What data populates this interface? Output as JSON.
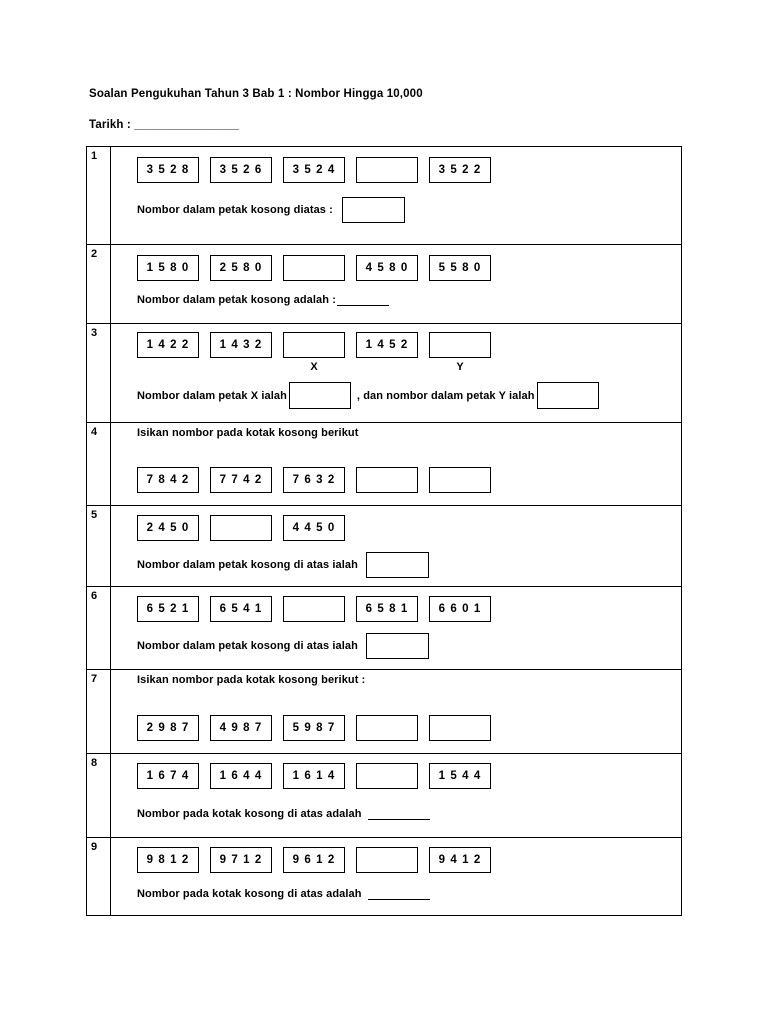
{
  "header": {
    "title": "Soalan Pengukuhan Tahun 3 Bab 1 : Nombor Hingga 10,000",
    "date_label": "Tarikh : ________________"
  },
  "questions": [
    {
      "number": "1",
      "boxes": [
        "3 5 2 8",
        "3 5 2 6",
        "3 5 2 4",
        "",
        "3 5 2 2"
      ],
      "answer_prompt": "Nombor dalam petak kosong diatas :",
      "answer_type": "box"
    },
    {
      "number": "2",
      "boxes": [
        "1 5 8 0",
        "2 5 8 0",
        "",
        "4 5 8 0",
        "5 5 8 0"
      ],
      "answer_prompt": "Nombor dalam petak kosong adalah :",
      "answer_type": "underline"
    },
    {
      "number": "3",
      "boxes": [
        "1 4 2 2",
        "1 4 3 2",
        "",
        "1 4 5 2",
        ""
      ],
      "marker_x": "X",
      "marker_y": "Y",
      "answer_prompt_x": "Nombor dalam petak X ialah",
      "answer_prompt_y": ", dan nombor dalam petak Y ialah",
      "answer_type": "two-box"
    },
    {
      "number": "4",
      "instruction": "Isikan nombor pada kotak kosong berikut",
      "boxes": [
        "7 8 4 2",
        "7 7 4 2",
        "7 6 3 2",
        "",
        ""
      ],
      "answer_type": "none"
    },
    {
      "number": "5",
      "boxes": [
        "2 4 5 0",
        "",
        "4 4 5 0"
      ],
      "answer_prompt": "Nombor dalam petak kosong di atas ialah",
      "answer_type": "box"
    },
    {
      "number": "6",
      "boxes": [
        "6 5 2 1",
        "6 5 4 1",
        "",
        "6 5 8 1",
        "6 6 0 1"
      ],
      "answer_prompt": "Nombor dalam petak kosong di atas ialah",
      "answer_type": "box"
    },
    {
      "number": "7",
      "instruction": "Isikan nombor pada kotak kosong berikut :",
      "boxes": [
        "2 9 8 7",
        "4 9 8 7",
        "5 9 8 7",
        "",
        ""
      ],
      "answer_type": "none"
    },
    {
      "number": "8",
      "boxes": [
        "1 6 7 4",
        "1 6 4 4",
        "1 6 1 4",
        "",
        "1 5 4 4"
      ],
      "answer_prompt": "Nombor pada kotak kosong di atas adalah",
      "answer_type": "underline"
    },
    {
      "number": "9",
      "boxes": [
        "9 8 1 2",
        "9 7 1 2",
        "9 6 1 2",
        "",
        "9 4 1 2"
      ],
      "answer_prompt": "Nombor pada kotak kosong di atas adalah",
      "answer_type": "underline"
    }
  ]
}
